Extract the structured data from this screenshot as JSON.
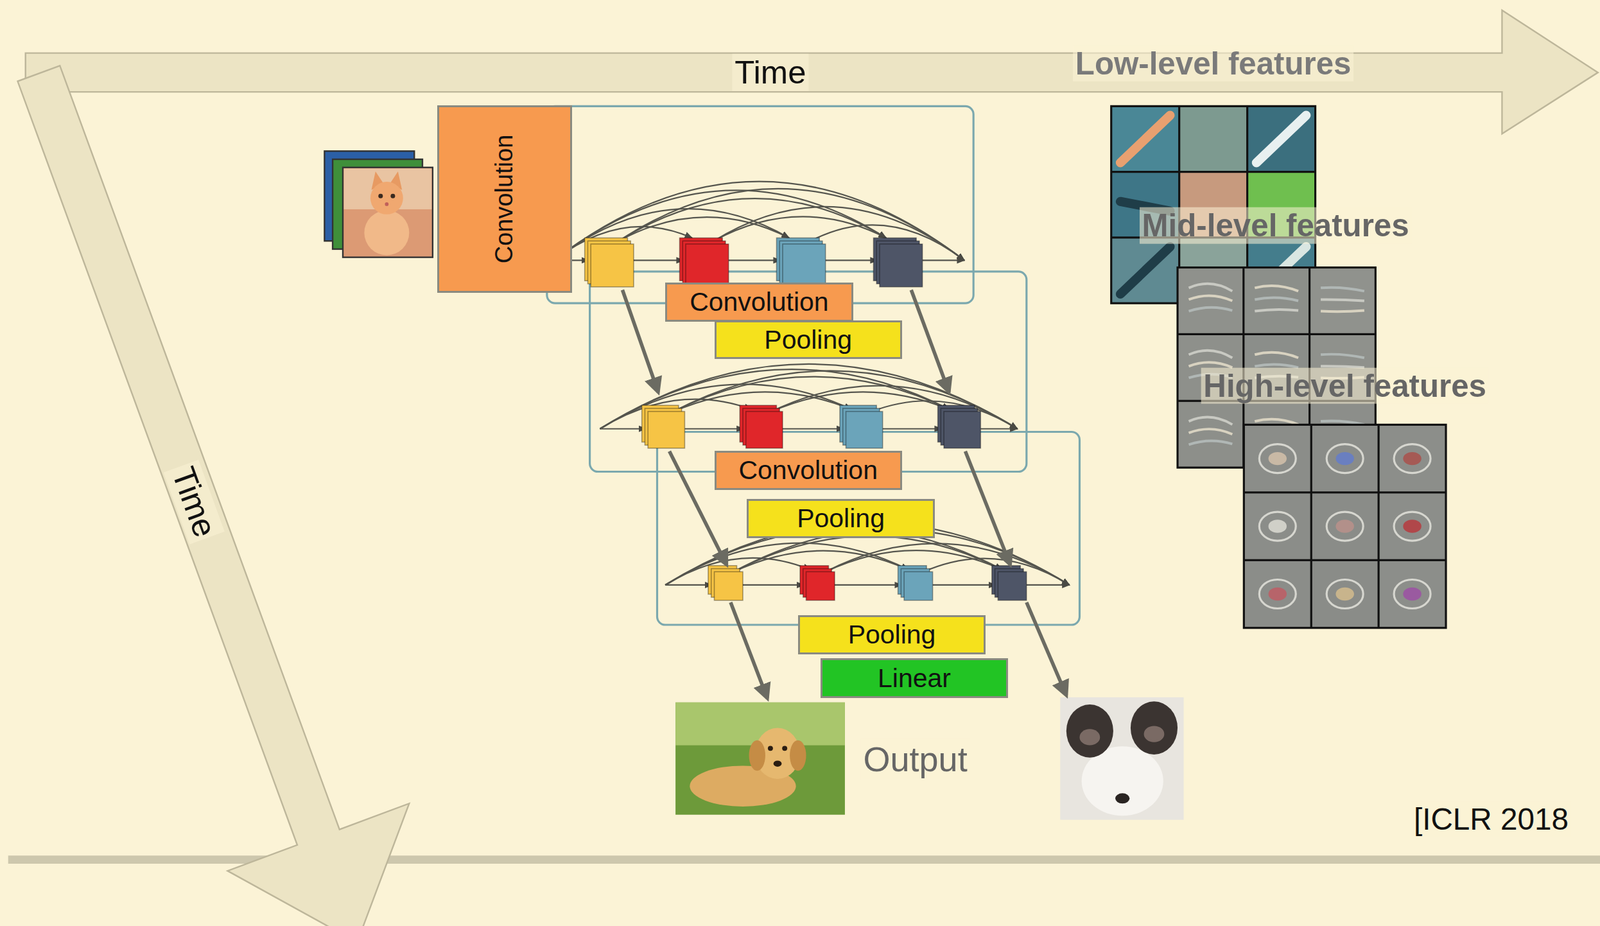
{
  "diagram": {
    "nodes": [
      {
        "text": [
          "Convolution"
        ]
      },
      {
        "text": [
          "Convolution"
        ]
      },
      {
        "text": [
          "Pooling"
        ]
      },
      {
        "text": [
          "Convolution"
        ]
      },
      {
        "text": [
          "Pooling"
        ]
      },
      {
        "text": [
          "Pooling"
        ]
      },
      {
        "text": [
          "Linear"
        ]
      }
    ],
    "labels": [
      "Time",
      "Low-level features",
      "Mid-level features",
      "High-level features",
      "Time",
      "Output",
      "[ICLR 2018"
    ]
  }
}
